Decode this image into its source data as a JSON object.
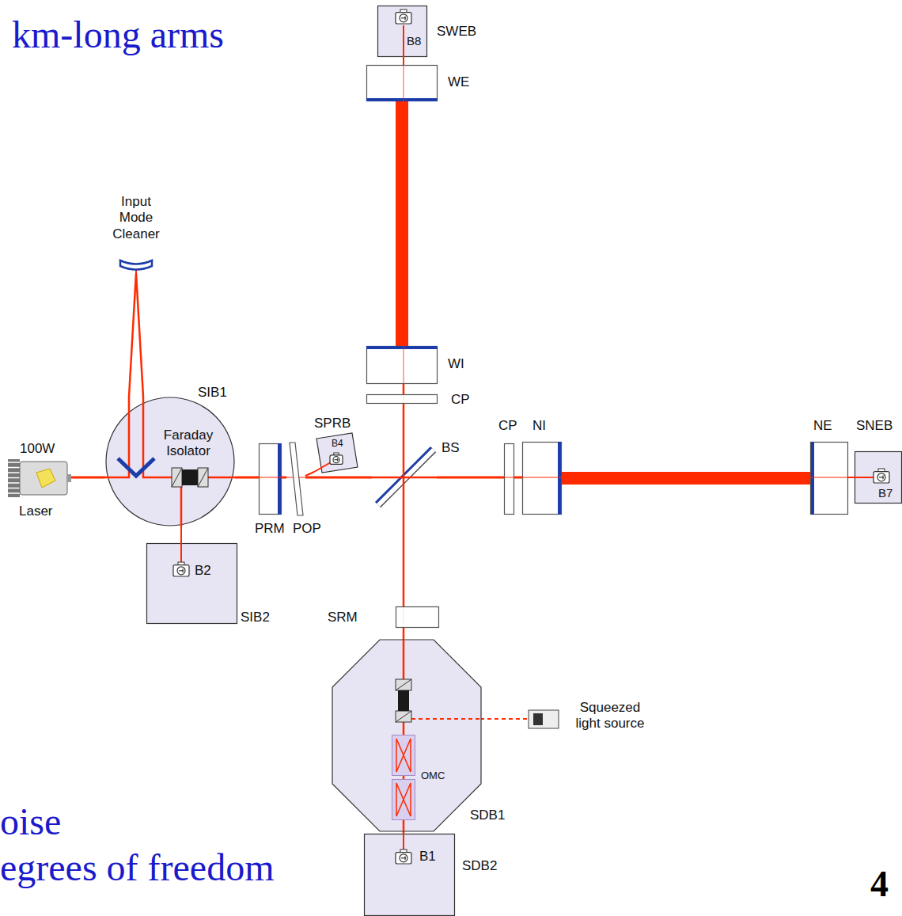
{
  "diagram": {
    "nodes": [
      {
        "text": [
          "B8",
          "SWEB"
        ]
      },
      {
        "text": [
          "WE"
        ]
      },
      {
        "text": [
          "Input Mode Cleaner"
        ]
      },
      {
        "text": [
          "WI"
        ]
      },
      {
        "text": [
          "SIB1",
          "Faraday Isolator"
        ]
      },
      {
        "text": [
          "CP"
        ]
      },
      {
        "text": [
          "SPRB",
          "B4"
        ]
      },
      {
        "text": [
          "100W",
          "Laser"
        ]
      },
      {
        "text": [
          "PRM"
        ]
      },
      {
        "text": [
          "POP"
        ]
      },
      {
        "text": [
          "BS"
        ]
      },
      {
        "text": [
          "CP"
        ]
      },
      {
        "text": [
          "NI"
        ]
      },
      {
        "text": [
          "NE"
        ]
      },
      {
        "text": [
          "SNEB",
          "B7"
        ]
      },
      {
        "text": [
          "B2",
          "SIB2"
        ]
      },
      {
        "text": [
          "SRM"
        ]
      },
      {
        "text": [
          "SDB1"
        ]
      },
      {
        "text": [
          "Squeezed light source"
        ]
      },
      {
        "text": [
          "OMC"
        ],
        "in": 17
      },
      {
        "text": [
          "B1",
          "SDB2"
        ]
      }
    ],
    "edges": [
      {
        "from": 7,
        "to": 4,
        "arrow": "none"
      },
      {
        "from": 4,
        "to": 2,
        "arrow": "none"
      },
      {
        "from": 4,
        "to": 15,
        "arrow": "none"
      },
      {
        "from": 4,
        "to": 8,
        "arrow": "none"
      },
      {
        "from": 8,
        "to": 9,
        "arrow": "none"
      },
      {
        "from": 9,
        "to": 6,
        "arrow": "none"
      },
      {
        "from": 9,
        "to": 10,
        "arrow": "none"
      },
      {
        "from": 10,
        "to": 5,
        "arrow": "none"
      },
      {
        "from": 5,
        "to": 3,
        "arrow": "none"
      },
      {
        "from": 3,
        "to": 1,
        "arrow": "none"
      },
      {
        "from": 1,
        "to": 0,
        "arrow": "none"
      },
      {
        "from": 10,
        "to": 11,
        "arrow": "none"
      },
      {
        "from": 11,
        "to": 12,
        "arrow": "none"
      },
      {
        "from": 12,
        "to": 13,
        "arrow": "none"
      },
      {
        "from": 13,
        "to": 14,
        "arrow": "none"
      },
      {
        "from": 10,
        "to": 16,
        "arrow": "none"
      },
      {
        "from": 16,
        "to": 17,
        "arrow": "none"
      },
      {
        "from": 18,
        "to": 17,
        "arrow": "none"
      },
      {
        "from": 17,
        "to": 20,
        "arrow": "none"
      }
    ],
    "labels": [
      "km-long arms",
      "oise",
      "egrees of freedom",
      "4"
    ]
  }
}
